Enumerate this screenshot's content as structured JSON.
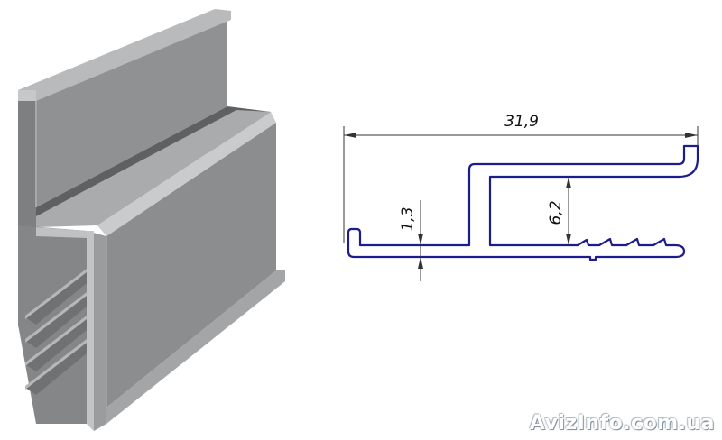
{
  "drawing": {
    "dimensions": {
      "overall_width": "31,9",
      "height": "6,2",
      "wall_thickness": "1,3"
    },
    "colors": {
      "profile_outline": "#1c1c8c",
      "dimension_lines": "#222222",
      "model_face": "#8e9092",
      "model_dark": "#6a6c6e",
      "model_edge": "#c8cacc"
    }
  },
  "watermark": {
    "text": "AvizInfo.com.ua"
  }
}
